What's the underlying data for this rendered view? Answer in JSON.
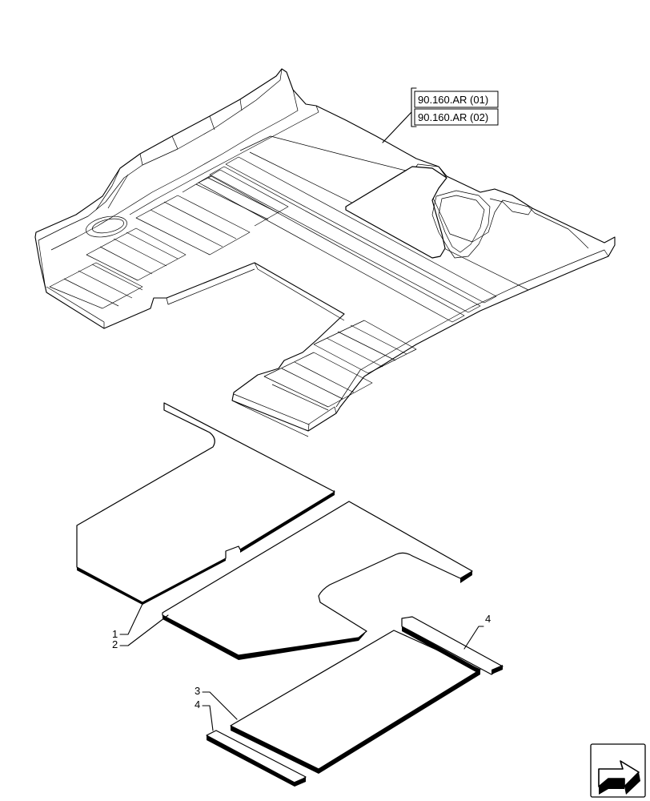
{
  "references": [
    {
      "id": "ref-01",
      "text": "90.160.AR (01)"
    },
    {
      "id": "ref-02",
      "text": "90.160.AR (02)"
    }
  ],
  "callouts": [
    {
      "id": "c1",
      "text": "1"
    },
    {
      "id": "c2",
      "text": "2"
    },
    {
      "id": "c3",
      "text": "3"
    },
    {
      "id": "c4a",
      "text": "4"
    },
    {
      "id": "c4b",
      "text": "4"
    }
  ],
  "icons": {
    "nav": "next-page-arrow-icon"
  }
}
